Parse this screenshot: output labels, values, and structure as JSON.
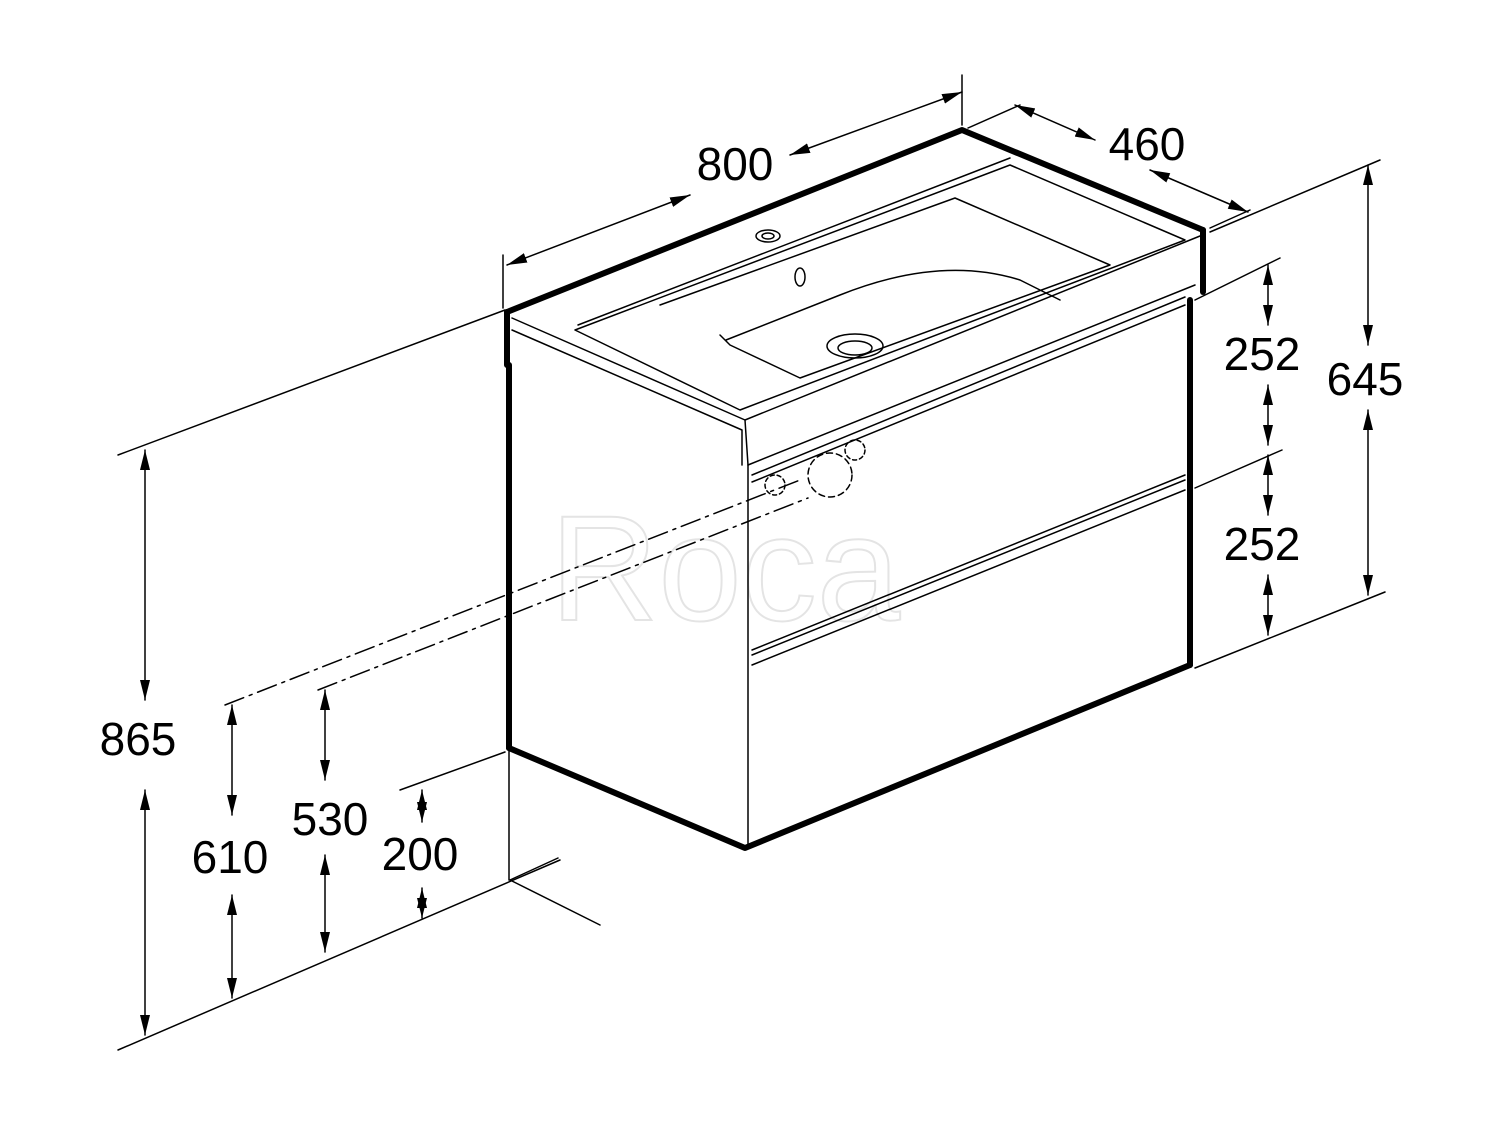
{
  "drawing": {
    "brand_watermark": "Roca",
    "colors": {
      "line": "#000000",
      "watermark": "#e4e4e4",
      "background": "#ffffff"
    },
    "dimensions": {
      "width": "800",
      "depth": "460",
      "total_height": "645",
      "drawer_top": "252",
      "drawer_bottom": "252",
      "top_height": "865",
      "drain_610": "610",
      "drain_530": "530",
      "floor_clearance": "200"
    }
  }
}
